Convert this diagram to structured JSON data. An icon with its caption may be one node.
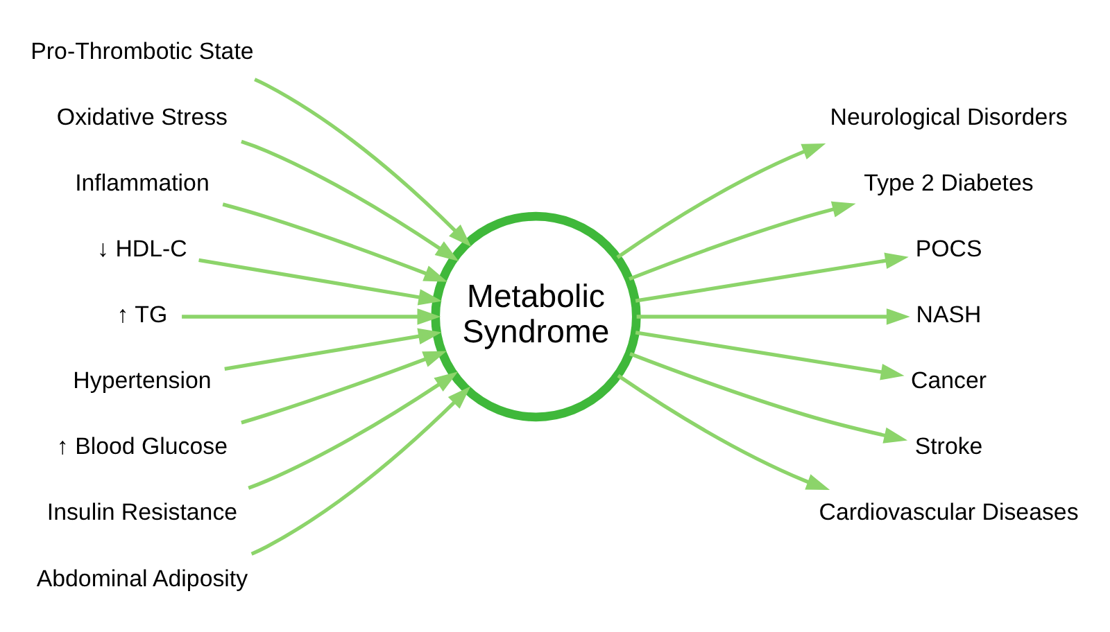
{
  "diagram": {
    "nodes": [
      {
        "text": [
          "Pro-Thrombotic State"
        ]
      },
      {
        "text": [
          "Oxidative Stress"
        ]
      },
      {
        "text": [
          "Inflammation"
        ]
      },
      {
        "text": [
          "↓ HDL-C"
        ]
      },
      {
        "text": [
          "↑ TG"
        ]
      },
      {
        "text": [
          "Hypertension"
        ]
      },
      {
        "text": [
          "↑ Blood Glucose"
        ]
      },
      {
        "text": [
          "Insulin Resistance"
        ]
      },
      {
        "text": [
          "Abdominal Adiposity"
        ]
      },
      {
        "text": [
          "Metabolic Syndrome"
        ]
      },
      {
        "text": [
          "Neurological Disorders"
        ]
      },
      {
        "text": [
          "Type 2 Diabetes"
        ]
      },
      {
        "text": [
          "POCS"
        ]
      },
      {
        "text": [
          "NASH"
        ]
      },
      {
        "text": [
          "Cancer"
        ]
      },
      {
        "text": [
          "Stroke"
        ]
      },
      {
        "text": [
          "Cardiovascular Diseases"
        ]
      }
    ],
    "edges": [
      {
        "from": 0,
        "to": 9,
        "arrow": "to"
      },
      {
        "from": 1,
        "to": 9,
        "arrow": "to"
      },
      {
        "from": 2,
        "to": 9,
        "arrow": "to"
      },
      {
        "from": 3,
        "to": 9,
        "arrow": "to"
      },
      {
        "from": 4,
        "to": 9,
        "arrow": "to"
      },
      {
        "from": 5,
        "to": 9,
        "arrow": "to"
      },
      {
        "from": 6,
        "to": 9,
        "arrow": "to"
      },
      {
        "from": 7,
        "to": 9,
        "arrow": "to"
      },
      {
        "from": 8,
        "to": 9,
        "arrow": "to"
      },
      {
        "from": 9,
        "to": 10,
        "arrow": "to"
      },
      {
        "from": 9,
        "to": 11,
        "arrow": "to"
      },
      {
        "from": 9,
        "to": 12,
        "arrow": "to"
      },
      {
        "from": 9,
        "to": 13,
        "arrow": "to"
      },
      {
        "from": 9,
        "to": 14,
        "arrow": "to"
      },
      {
        "from": 9,
        "to": 15,
        "arrow": "to"
      },
      {
        "from": 9,
        "to": 16,
        "arrow": "to"
      }
    ]
  }
}
